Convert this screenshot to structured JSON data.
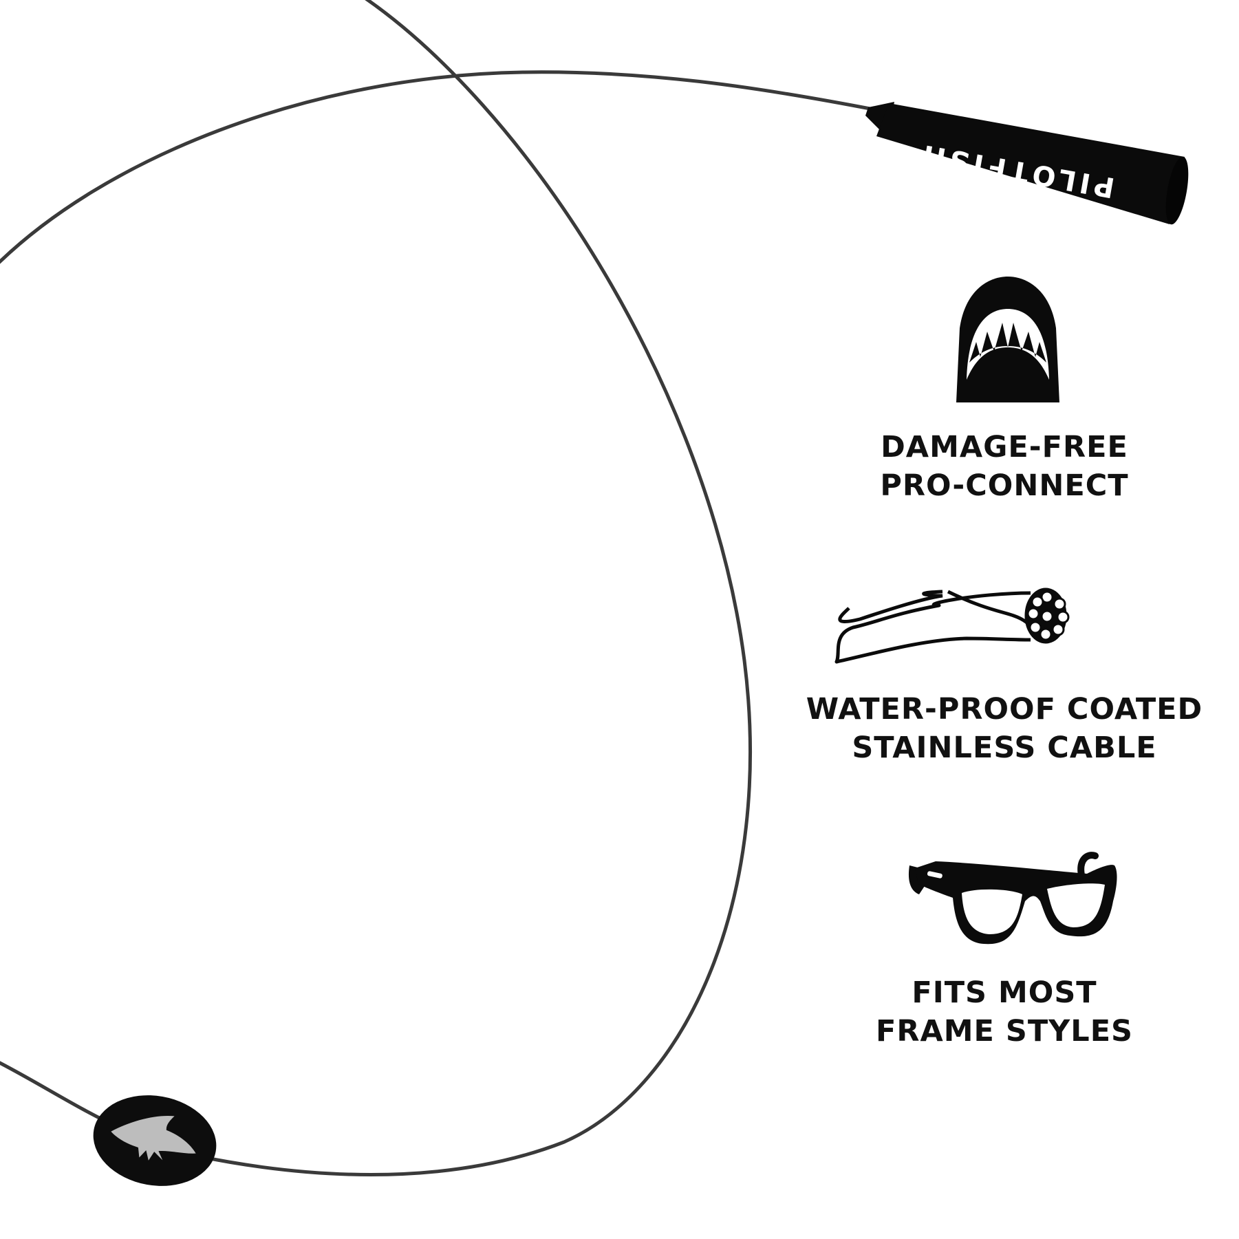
{
  "product": {
    "tip_brand_text": "PILOTFISH"
  },
  "features": [
    {
      "icon": "shark-mouth-icon",
      "lines": [
        "DAMAGE-FREE",
        "PRO-CONNECT"
      ]
    },
    {
      "icon": "cable-strands-icon",
      "lines": [
        "WATER-PROOF COATED",
        "STAINLESS CABLE"
      ]
    },
    {
      "icon": "glasses-icon",
      "lines": [
        "FITS MOST",
        "FRAME STYLES"
      ]
    }
  ],
  "colors": {
    "cable": "#3a3a3a",
    "tip": "#0b0b0b",
    "text": "#111111",
    "background": "#ffffff"
  }
}
